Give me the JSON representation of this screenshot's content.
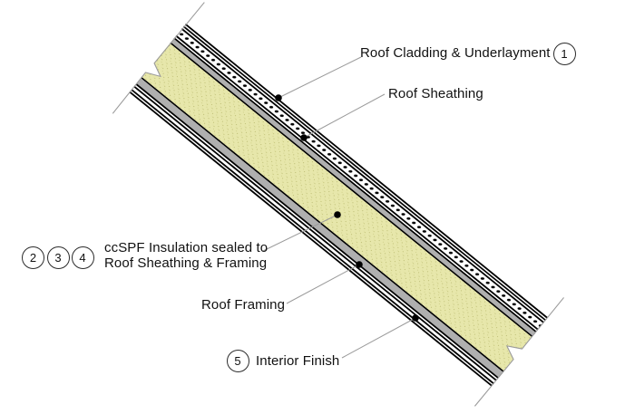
{
  "diagram_type": "roof-assembly-section-detail",
  "colors": {
    "insulation": "#e7e7ab",
    "panel_gray": "#afafaf",
    "leader_gray": "#9b9b9b",
    "line_black": "#000000",
    "background": "#ffffff",
    "text": "#111111"
  },
  "callouts": {
    "cladding": {
      "label": "Roof Cladding & Underlayment",
      "badge": "1"
    },
    "sheathing": {
      "label": "Roof Sheathing"
    },
    "insulation": {
      "label_line1": "ccSPF Insulation sealed to",
      "label_line2": "Roof Sheathing & Framing",
      "badges": [
        "2",
        "3",
        "4"
      ]
    },
    "framing": {
      "label": "Roof Framing"
    },
    "interior": {
      "label": "Interior Finish",
      "badge": "5"
    }
  }
}
